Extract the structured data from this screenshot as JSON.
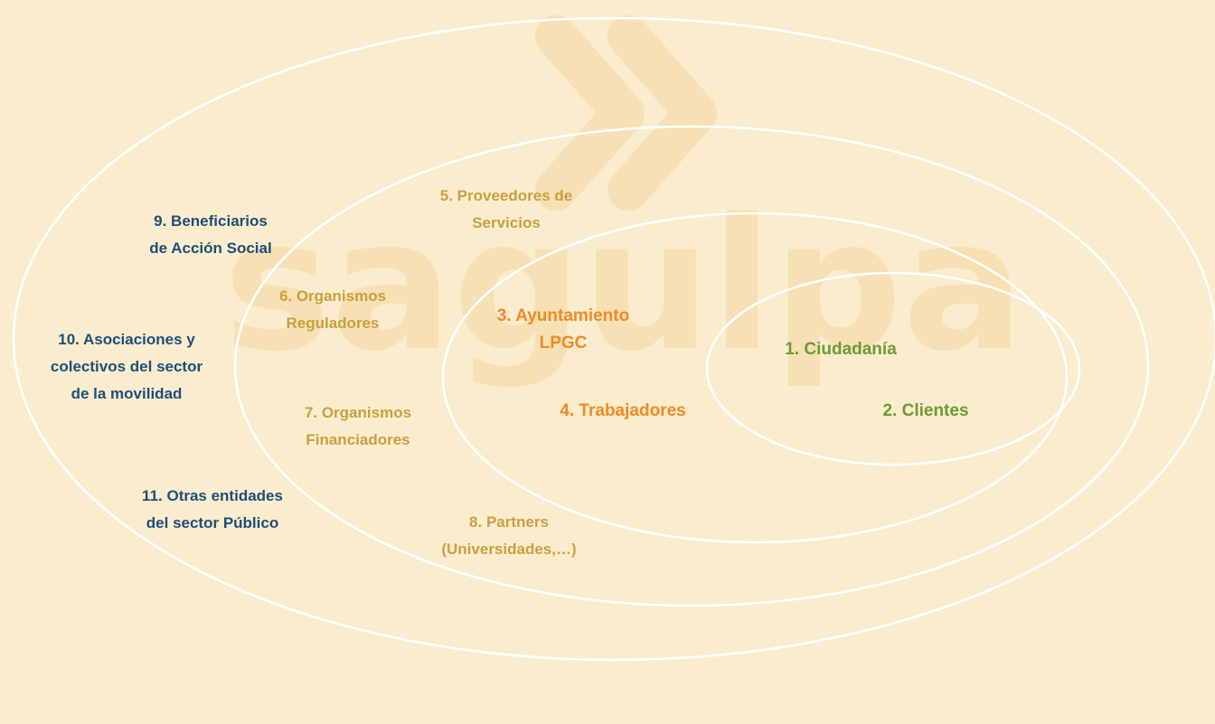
{
  "colors": {
    "background": "#faeccd",
    "ring": "#ffffff",
    "watermark": "#f7e0b4",
    "outer_group": "#1f4e79",
    "middle_group": "#c8a03c",
    "inner_group": "#f08a24",
    "core_group": "#6e9b32"
  },
  "watermark": {
    "text": "sagulpa"
  },
  "stakeholders": {
    "s1": {
      "text": "1. Ciudadanía"
    },
    "s2": {
      "text": "2. Clientes"
    },
    "s3": {
      "line1": "3. Ayuntamiento",
      "line2": "LPGC"
    },
    "s4": {
      "text": "4. Trabajadores"
    },
    "s5": {
      "line1": "5. Proveedores de",
      "line2": "Servicios"
    },
    "s6": {
      "line1": "6. Organismos",
      "line2": "Reguladores"
    },
    "s7": {
      "line1": "7. Organismos",
      "line2": "Financiadores"
    },
    "s8": {
      "line1": "8. Partners",
      "line2": "(Universidades,…)"
    },
    "s9": {
      "line1": "9. Beneficiarios",
      "line2": "de Acción Social"
    },
    "s10": {
      "line1": "10. Asociaciones y",
      "line2": "colectivos del sector",
      "line3": "de la movilidad"
    },
    "s11": {
      "line1": "11. Otras entidades",
      "line2": "del sector Público"
    }
  }
}
